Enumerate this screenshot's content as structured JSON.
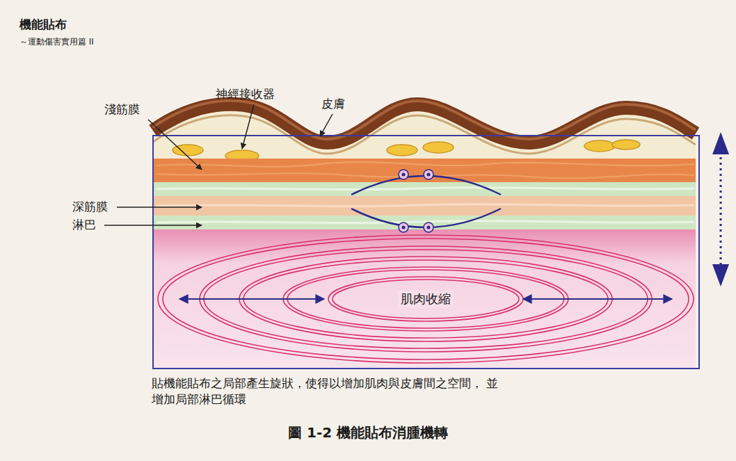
{
  "diagram": {
    "caption": "圖 1-2 機能貼布消腫機轉",
    "labels": [
      "機能貼布",
      "～運動傷害實用篇 II",
      "淺筋膜",
      "神經接收器",
      "皮膚",
      "深筋膜",
      "淋巴",
      "肌肉收縮",
      "貼機能貼布之局部產生旋狀，使得以增加肌肉與皮膚間之空間， 並增加局部淋巴循環"
    ]
  }
}
